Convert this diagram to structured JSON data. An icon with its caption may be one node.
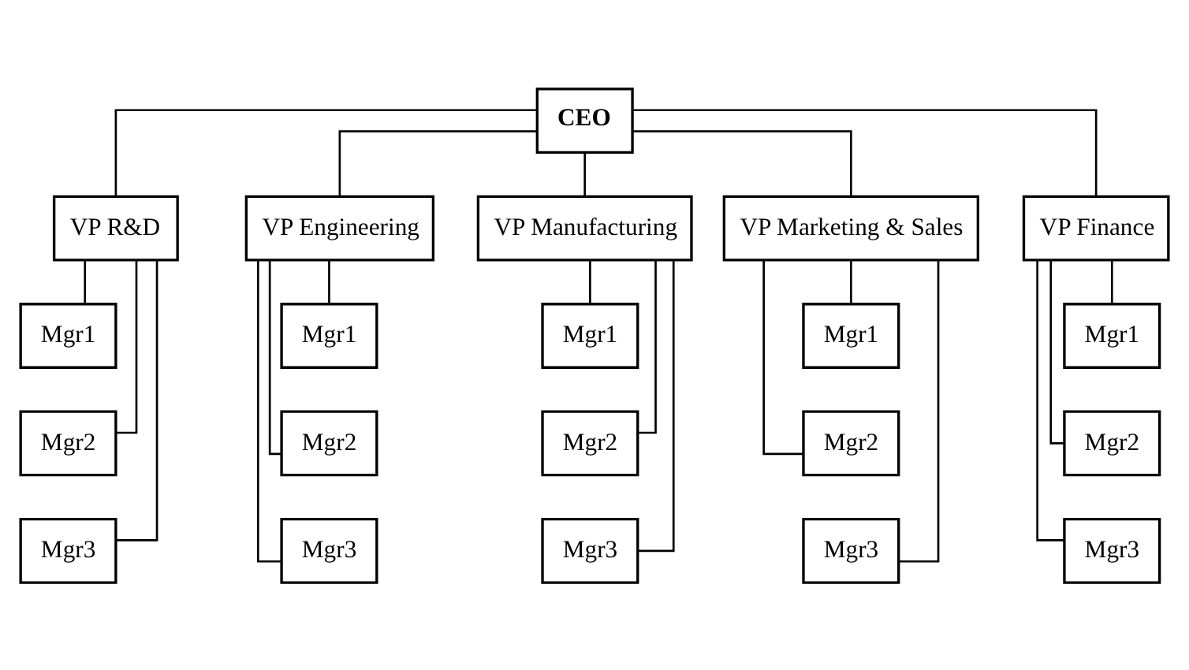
{
  "diagram": {
    "nodes": [
      {
        "text": [
          "CEO"
        ]
      },
      {
        "text": [
          "VP R&D"
        ]
      },
      {
        "text": [
          "VP Engineering"
        ]
      },
      {
        "text": [
          "VP Manufacturing"
        ]
      },
      {
        "text": [
          "VP Marketing & Sales"
        ]
      },
      {
        "text": [
          "VP Finance"
        ]
      },
      {
        "text": [
          "Mgr1"
        ]
      },
      {
        "text": [
          "Mgr1"
        ]
      },
      {
        "text": [
          "Mgr1"
        ]
      },
      {
        "text": [
          "Mgr1"
        ]
      },
      {
        "text": [
          "Mgr1"
        ]
      },
      {
        "text": [
          "Mgr2"
        ]
      },
      {
        "text": [
          "Mgr2"
        ]
      },
      {
        "text": [
          "Mgr2"
        ]
      },
      {
        "text": [
          "Mgr2"
        ]
      },
      {
        "text": [
          "Mgr2"
        ]
      },
      {
        "text": [
          "Mgr3"
        ]
      },
      {
        "text": [
          "Mgr3"
        ]
      },
      {
        "text": [
          "Mgr3"
        ]
      },
      {
        "text": [
          "Mgr3"
        ]
      },
      {
        "text": [
          "Mgr3"
        ]
      }
    ],
    "edges": [
      {
        "from": 0,
        "to": 1,
        "arrow": "none"
      },
      {
        "from": 0,
        "to": 2,
        "arrow": "none"
      },
      {
        "from": 0,
        "to": 3,
        "arrow": "none"
      },
      {
        "from": 0,
        "to": 4,
        "arrow": "none"
      },
      {
        "from": 0,
        "to": 5,
        "arrow": "none"
      },
      {
        "from": 1,
        "to": 6,
        "arrow": "none"
      },
      {
        "from": 1,
        "to": 11,
        "arrow": "none"
      },
      {
        "from": 1,
        "to": 16,
        "arrow": "none"
      },
      {
        "from": 2,
        "to": 7,
        "arrow": "none"
      },
      {
        "from": 2,
        "to": 12,
        "arrow": "none"
      },
      {
        "from": 2,
        "to": 17,
        "arrow": "none"
      },
      {
        "from": 3,
        "to": 8,
        "arrow": "none"
      },
      {
        "from": 3,
        "to": 13,
        "arrow": "none"
      },
      {
        "from": 3,
        "to": 18,
        "arrow": "none"
      },
      {
        "from": 4,
        "to": 9,
        "arrow": "none"
      },
      {
        "from": 4,
        "to": 14,
        "arrow": "none"
      },
      {
        "from": 4,
        "to": 19,
        "arrow": "none"
      },
      {
        "from": 5,
        "to": 10,
        "arrow": "none"
      },
      {
        "from": 5,
        "to": 15,
        "arrow": "none"
      },
      {
        "from": 5,
        "to": 20,
        "arrow": "none"
      }
    ]
  }
}
